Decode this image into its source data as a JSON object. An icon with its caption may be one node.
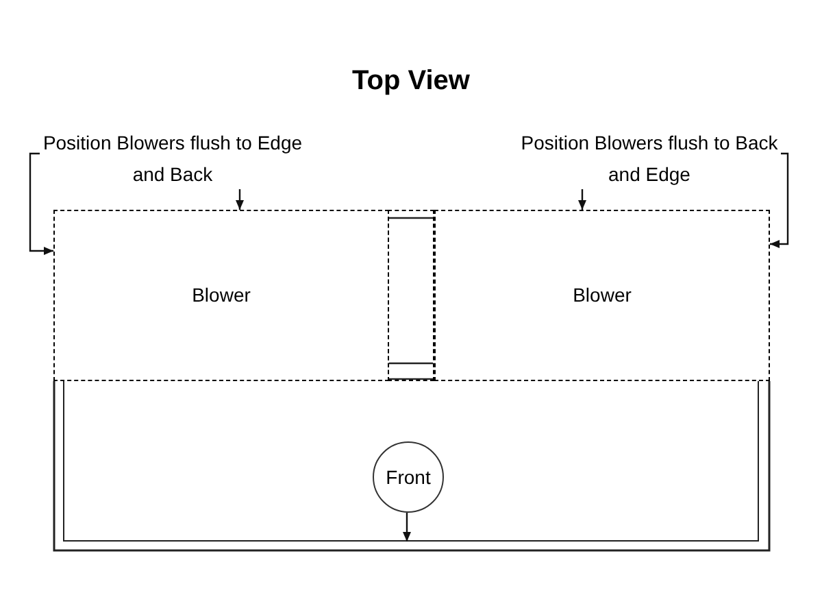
{
  "diagram": {
    "title": "Top View",
    "nodes": [
      {
        "text": [],
        "shape": "box"
      },
      {
        "text": [
          "Blower"
        ],
        "in": 0
      },
      {
        "text": [
          "Blower"
        ],
        "in": 0
      },
      {
        "text": [],
        "shape": "box",
        "in": 0
      },
      {
        "text": [],
        "shape": "box",
        "in": 0
      },
      {
        "text": [
          "Front"
        ],
        "in": 4
      },
      {
        "text": [
          "Position Blowers flush to Edge and Back"
        ]
      },
      {
        "text": [
          "Position Blowers flush to Back and Edge"
        ]
      }
    ],
    "edges": [
      {
        "from": 6,
        "to": 1,
        "arrow": "to"
      },
      {
        "from": 6,
        "to": 1,
        "arrow": "to"
      },
      {
        "from": 7,
        "to": 2,
        "arrow": "to"
      },
      {
        "from": 7,
        "to": 2,
        "arrow": "to"
      },
      {
        "from": 5,
        "to": 4,
        "arrow": "to"
      }
    ]
  }
}
